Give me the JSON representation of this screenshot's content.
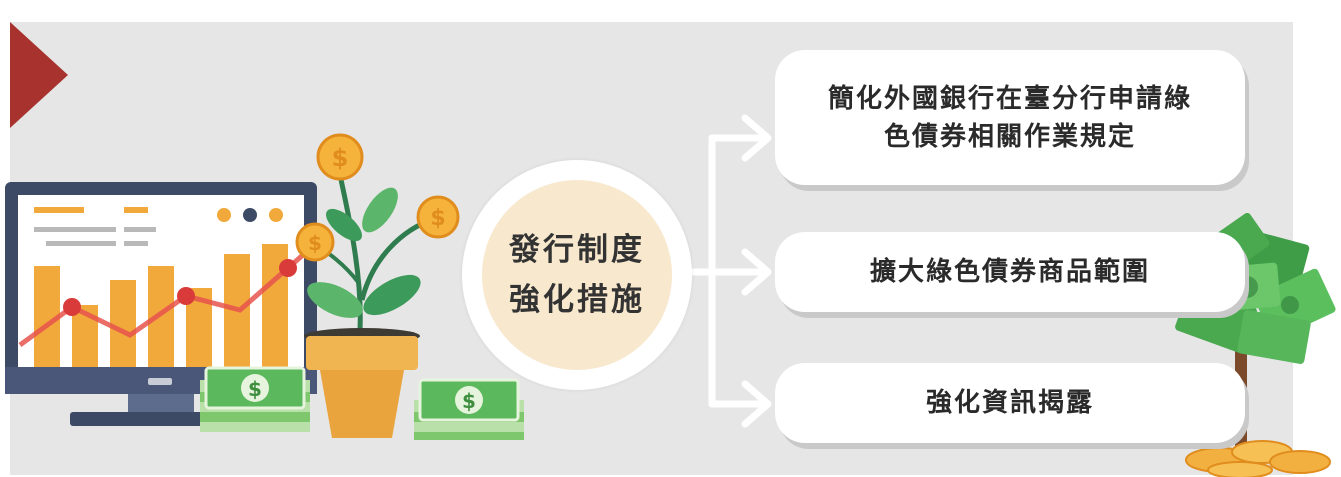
{
  "center": {
    "line1": "發行制度",
    "line2": "強化措施"
  },
  "measures": [
    {
      "line1": "簡化外國銀行在臺分行申請綠",
      "line2": "色債券相關作業規定"
    },
    {
      "line1": "擴大綠色債券商品範圍"
    },
    {
      "line1": "強化資訊揭露"
    }
  ],
  "colors": {
    "panel": "#e6e6e6",
    "accent": "#a8322d",
    "center_fill": "#f8e8ce",
    "bar": "#f2a93b",
    "money": "#5cb85c",
    "coin": "#f5b33b"
  },
  "icons": [
    "monitor-chart-icon",
    "plant-coin-icon",
    "money-stack-icon",
    "money-tree-icon"
  ]
}
